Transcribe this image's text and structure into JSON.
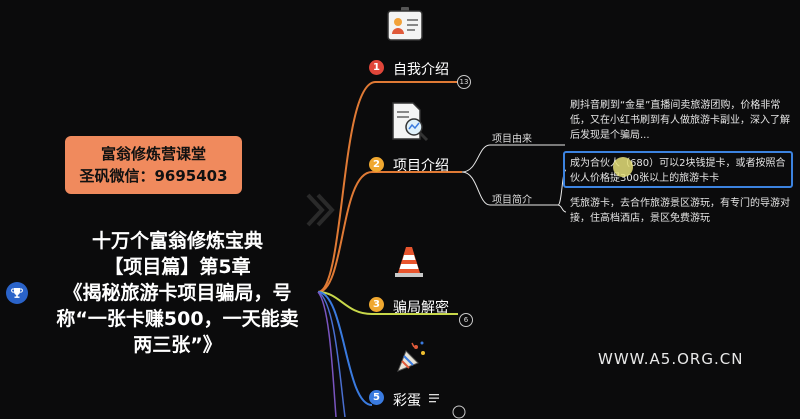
{
  "banner": {
    "line1": "富翁修炼营课堂",
    "line2": "圣矾微信：9695403"
  },
  "center": {
    "line1": "十万个富翁修炼宝典",
    "line2": "【项目篇】第5章",
    "line3": "《揭秘旅游卡项目骗局，号",
    "line4": "称“一张卡赚500，一天能卖",
    "line5": "两三张”》"
  },
  "nodes": [
    {
      "num": "1",
      "label": "自我介绍",
      "count": "13",
      "color": "#e0463a"
    },
    {
      "num": "2",
      "label": "项目介绍",
      "color": "#f0a830"
    },
    {
      "num": "3",
      "label": "骗局解密",
      "count": "6",
      "color": "#f0a830"
    },
    {
      "num": "5",
      "label": "彩蛋",
      "color": "#3a7be0"
    }
  ],
  "sub": {
    "origin": "项目由来",
    "intro": "项目简介"
  },
  "leaves": {
    "origin_text": "刷抖音刷到“金星”直播间卖旅游团购，价格非常低，又在小红书刷到有人做旅游卡副业，深入了解后发现是个骗局...",
    "intro_text1": "成为合伙人（680）可以2块钱提卡，或者按照合伙人价格提300张以上的旅游卡卡",
    "intro_text2": "凭旅游卡，去合作旅游景区游玩，有专门的导游对接，住高档酒店，景区免费游玩"
  },
  "watermark": "WWW.A5.ORG.CN",
  "colors": {
    "branch": "#e07a35",
    "green": "#c8d84a",
    "blue": "#3a7be0",
    "banner": "#f08a5d"
  }
}
